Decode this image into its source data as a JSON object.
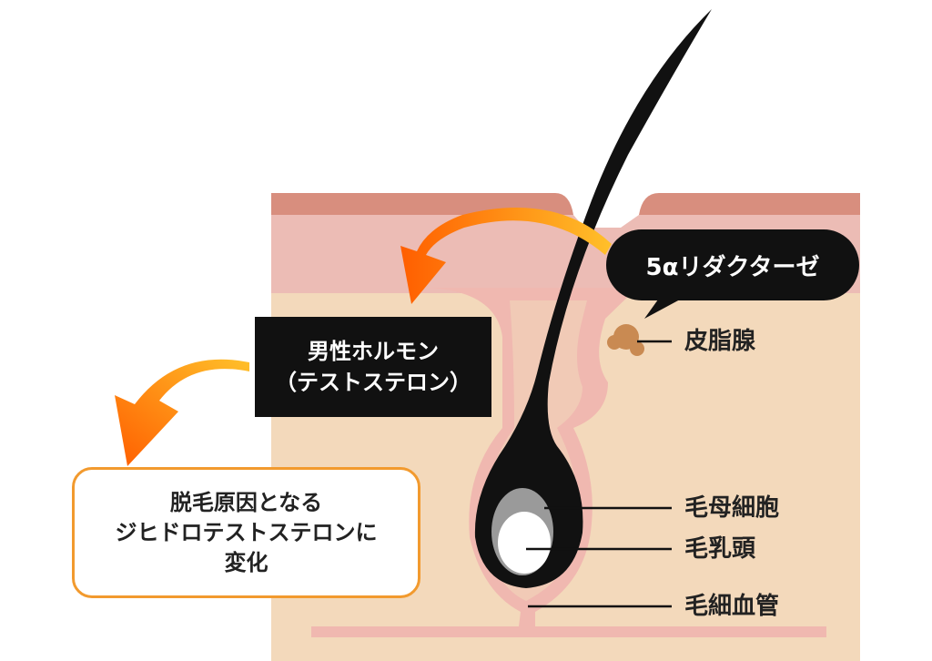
{
  "colors": {
    "epidermis_top": "#d88e7e",
    "epidermis": "#ecbcb5",
    "dermis": "#f3d9bb",
    "follicle_sheath": "#f0b8b0",
    "hair": "#111111",
    "hair_matrix": "#9a9a9a",
    "dermal_papilla": "#ffffff",
    "sebaceous_gland": "#c98a52",
    "arrow_start": "#ffc02a",
    "arrow_end": "#ff5e00",
    "box_border": "#f29a2e"
  },
  "enzyme": {
    "label": "5αリダクターゼ"
  },
  "hormone": {
    "line1": "男性ホルモン",
    "line2": "（テストステロン）"
  },
  "result": {
    "line1": "脱毛原因となる",
    "line2": "ジヒドロテストステロンに",
    "line3": "変化"
  },
  "parts": {
    "sebaceous_gland": "皮脂腺",
    "hair_matrix": "毛母細胞",
    "dermal_papilla": "毛乳頭",
    "capillary": "毛細血管"
  }
}
